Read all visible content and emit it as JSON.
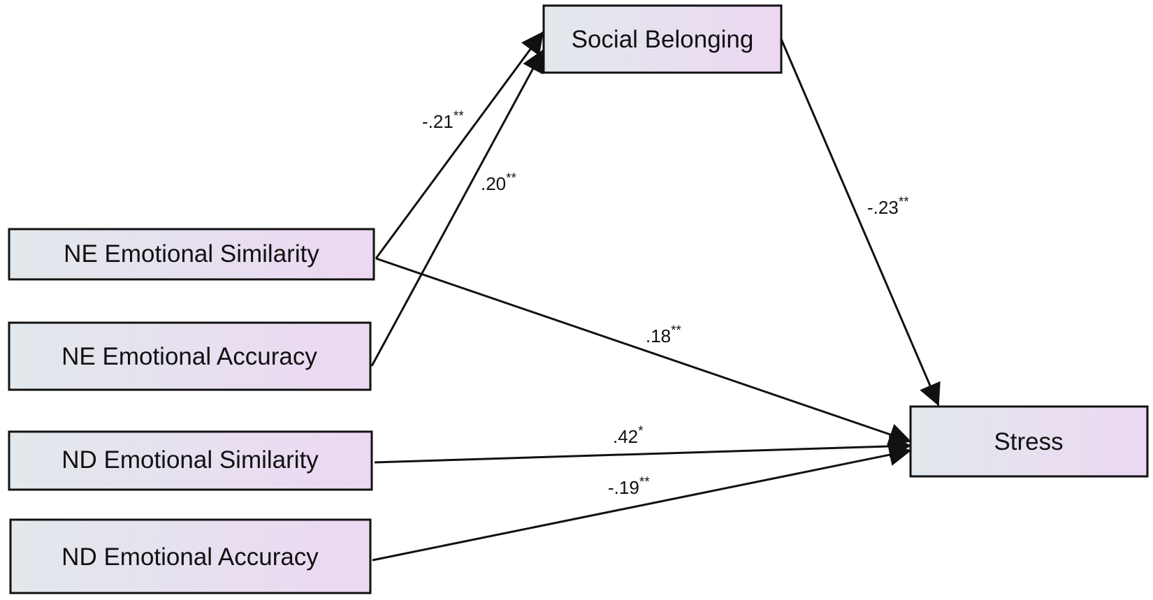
{
  "nodes": {
    "social_belonging": "Social Belonging",
    "ne_similarity": "NE Emotional Similarity",
    "ne_accuracy": "NE Emotional Accuracy",
    "nd_similarity": "ND Emotional Similarity",
    "nd_accuracy": "ND Emotional Accuracy",
    "stress": "Stress"
  },
  "paths": {
    "ne_similarity_to_social_belonging": {
      "value": "-.21",
      "sig": "**"
    },
    "ne_accuracy_to_social_belonging": {
      "value": ".20",
      "sig": "**"
    },
    "social_belonging_to_stress": {
      "value": "-.23",
      "sig": "**"
    },
    "ne_similarity_to_stress": {
      "value": ".18",
      "sig": "**"
    },
    "nd_similarity_to_stress": {
      "value": ".42",
      "sig": "*"
    },
    "nd_accuracy_to_stress": {
      "value": "-.19",
      "sig": "**"
    }
  },
  "colors": {
    "box_gradient_start": "#e2e8ec",
    "box_gradient_end": "#ecd8f2",
    "stroke": "#111111"
  }
}
